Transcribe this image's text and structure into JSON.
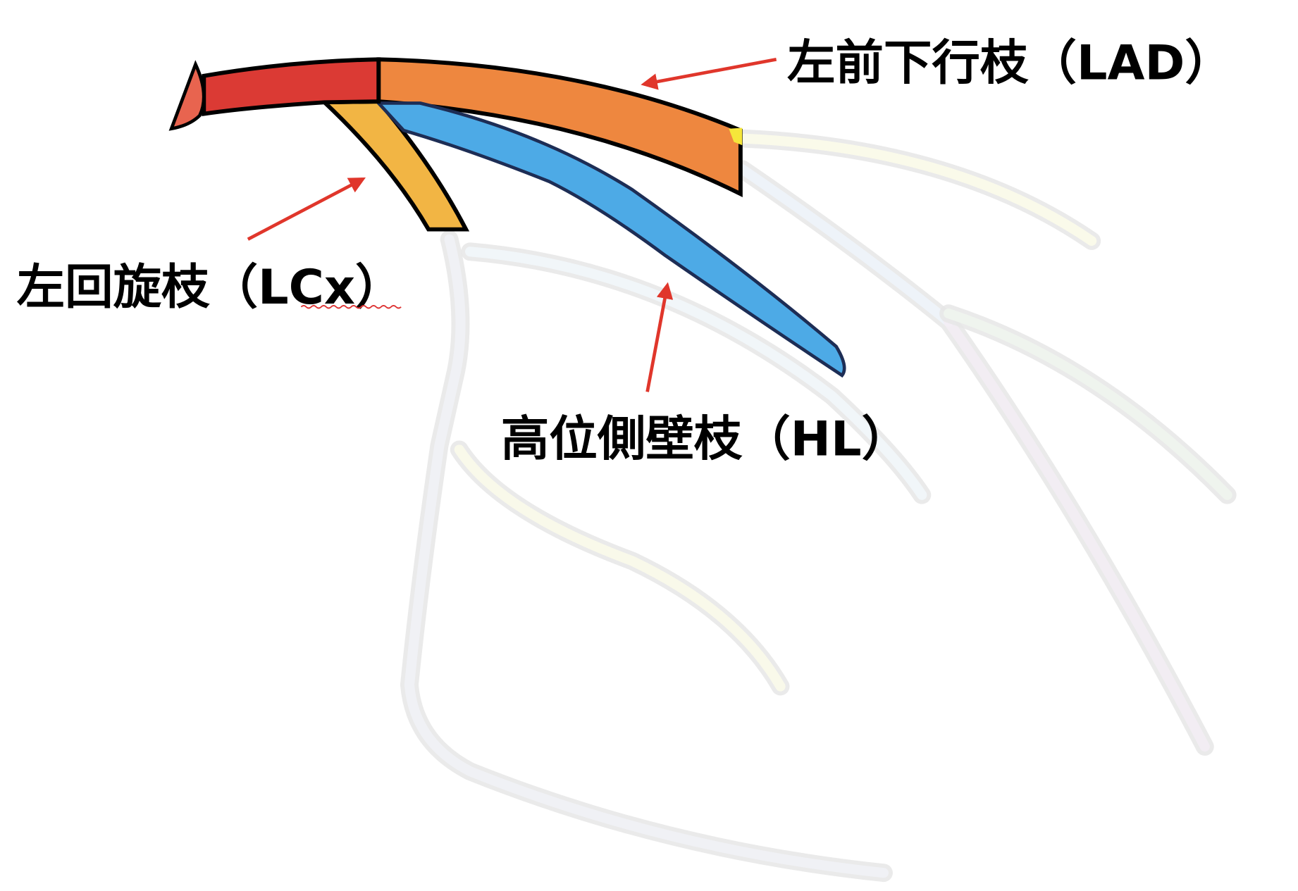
{
  "labels": {
    "lad": "左前下行枝（LAD）",
    "lcx": "左回旋枝（LCx）",
    "hl": "高位側壁枝（HL）"
  },
  "colors": {
    "left_main": "#db3a34",
    "left_main_cap": "#e8644f",
    "lad": "#ee873f",
    "lcx": "#f2b544",
    "hl": "#4daae6",
    "hl_outline": "#1d2d55",
    "arrow": "#e0362b",
    "faint_vessel": "#e6e6e6"
  }
}
